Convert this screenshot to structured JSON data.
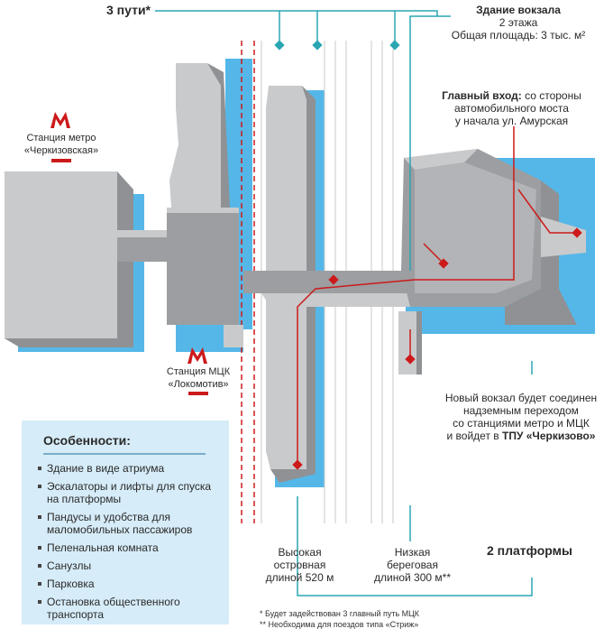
{
  "labels": {
    "tracks": "3 пути*",
    "station_title": "Здание вокзала",
    "station_floors": "2 этажа",
    "station_area": "Общая площадь: 3 тыс. м²",
    "entrance_bold": "Главный вход:",
    "entrance_l1": " со стороны",
    "entrance_l2": "автомобильного моста",
    "entrance_l3": "у начала ул. Амурская",
    "metro_l1": "Станция метро",
    "metro_l2": "«Черкизовская»",
    "mck_l1": "Станция МЦК",
    "mck_l2": "«Локомотив»",
    "connect_l1": "Новый вокзал будет соединен",
    "connect_l2": "надземным переходом",
    "connect_l3": "со станциями метро и МЦК",
    "connect_l4a": "и войдет в ",
    "connect_l4b": "ТПУ «Черкизово»",
    "high_l1": "Высокая",
    "high_l2": "островная",
    "high_l3": "длиной 520 м",
    "low_l1": "Низкая",
    "low_l2": "береговая",
    "low_l3": "длиной 300 м**",
    "platforms": "2 платформы",
    "foot1": "* Будет задействован 3 главный путь МЦК",
    "foot2": "** Необходима для поездов типа «Стриж»",
    "metro_letter": "М"
  },
  "features": {
    "title": "Особенности:",
    "items": [
      "Здание в виде атриума",
      "Эскалаторы и лифты для спуска на платформы",
      "Пандусы и удобства для маломобильных пассажиров",
      "Пеленальная комната",
      "Санузлы",
      "Парковка",
      "Остановка общественного транспорта"
    ]
  },
  "colors": {
    "accent_teal": "#2aa6b3",
    "accent_red": "#cc1a1a",
    "building_light": "#c9cacc",
    "building_dark": "#8f9194",
    "shadow_blue": "#55b7e8",
    "panel_bg": "#d6ecf8"
  }
}
